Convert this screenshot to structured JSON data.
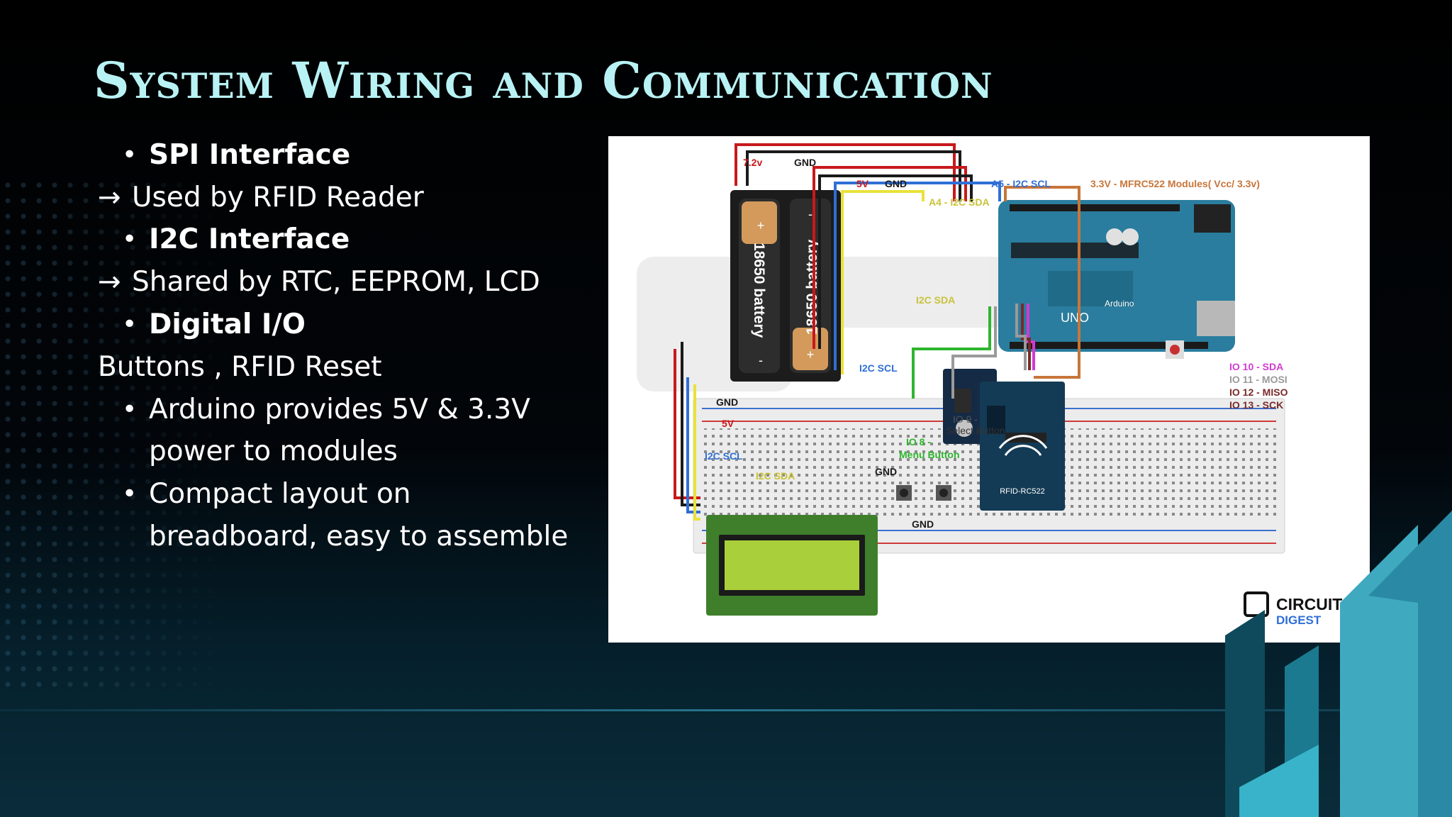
{
  "slide": {
    "title": "System Wiring and Communication",
    "items": [
      {
        "type": "bullet",
        "text": "SPI Interface",
        "bold": true
      },
      {
        "type": "arrow",
        "text": "Used by RFID Reader"
      },
      {
        "type": "bullet",
        "text": "I2C Interface",
        "bold": true
      },
      {
        "type": "arrow",
        "text": "Shared by RTC, EEPROM, LCD"
      },
      {
        "type": "bullet",
        "text": "Digital I/O",
        "bold": true
      },
      {
        "type": "plain",
        "text": "Buttons , RFID Reset"
      },
      {
        "type": "bullet",
        "text": "Arduino provides 5V & 3.3V"
      },
      {
        "type": "cont",
        "text": "power to modules"
      },
      {
        "type": "bullet",
        "text": "Compact layout on"
      },
      {
        "type": "cont",
        "text": "breadboard, easy to assemble"
      }
    ],
    "arrow_symbol": "→",
    "bullet_symbol": "•"
  },
  "diagram": {
    "labels": {
      "v72": "7.2v",
      "gnd_top": "GND",
      "v5_top": "5V",
      "gnd_mid": "GND",
      "a5_scl": "A5 - I2C SCL",
      "a4_sda": "A4 - I2C SDA",
      "mfrc_power": "3.3V  - MFRC522 Modules( Vcc/ 3.3v)",
      "i2c_sda_mid": "I2C SDA",
      "i2c_scl_bb": "I2C SCL",
      "gnd_left": "GND",
      "v5_left": "5V",
      "i2c_scl_left": "I2C SCL",
      "i2c_sda_left": "I2C SDA",
      "io9": "IO 9 -",
      "select_button": "Select Button",
      "io8": "IO 8 -",
      "menu_button": "Menu Button",
      "gnd_btn": "GND",
      "gnd_bottom": "GND",
      "io10": "IO 10 - SDA",
      "io11": "IO 11 - MOSI",
      "io12": "IO 12 - MISO",
      "io13": "IO 13 - SCK",
      "battery1": "18650 battery",
      "battery2": "18650 battery",
      "plus": "+",
      "minus": "-",
      "rfid_label": "RFID-RC522",
      "uno": "UNO",
      "arduino": "Arduino",
      "brand_line1": "CIRCUIT",
      "brand_line2": "DIGEST"
    },
    "colors": {
      "red": "#c8191c",
      "black": "#1a1a1a",
      "blue": "#2f6fd6",
      "yellow": "#e9e23a",
      "green": "#2fb52f",
      "gray": "#9a9a9a",
      "brown": "#7a2a2a",
      "magenta": "#d23ad2",
      "orange": "#c8753a",
      "arduino_blue": "#2a7d9e",
      "lcd_green": "#3f7f2c",
      "lcd_screen": "#a9d03a",
      "rfid_blue": "#143b55",
      "title_cyan": "#b8f2f4"
    }
  }
}
